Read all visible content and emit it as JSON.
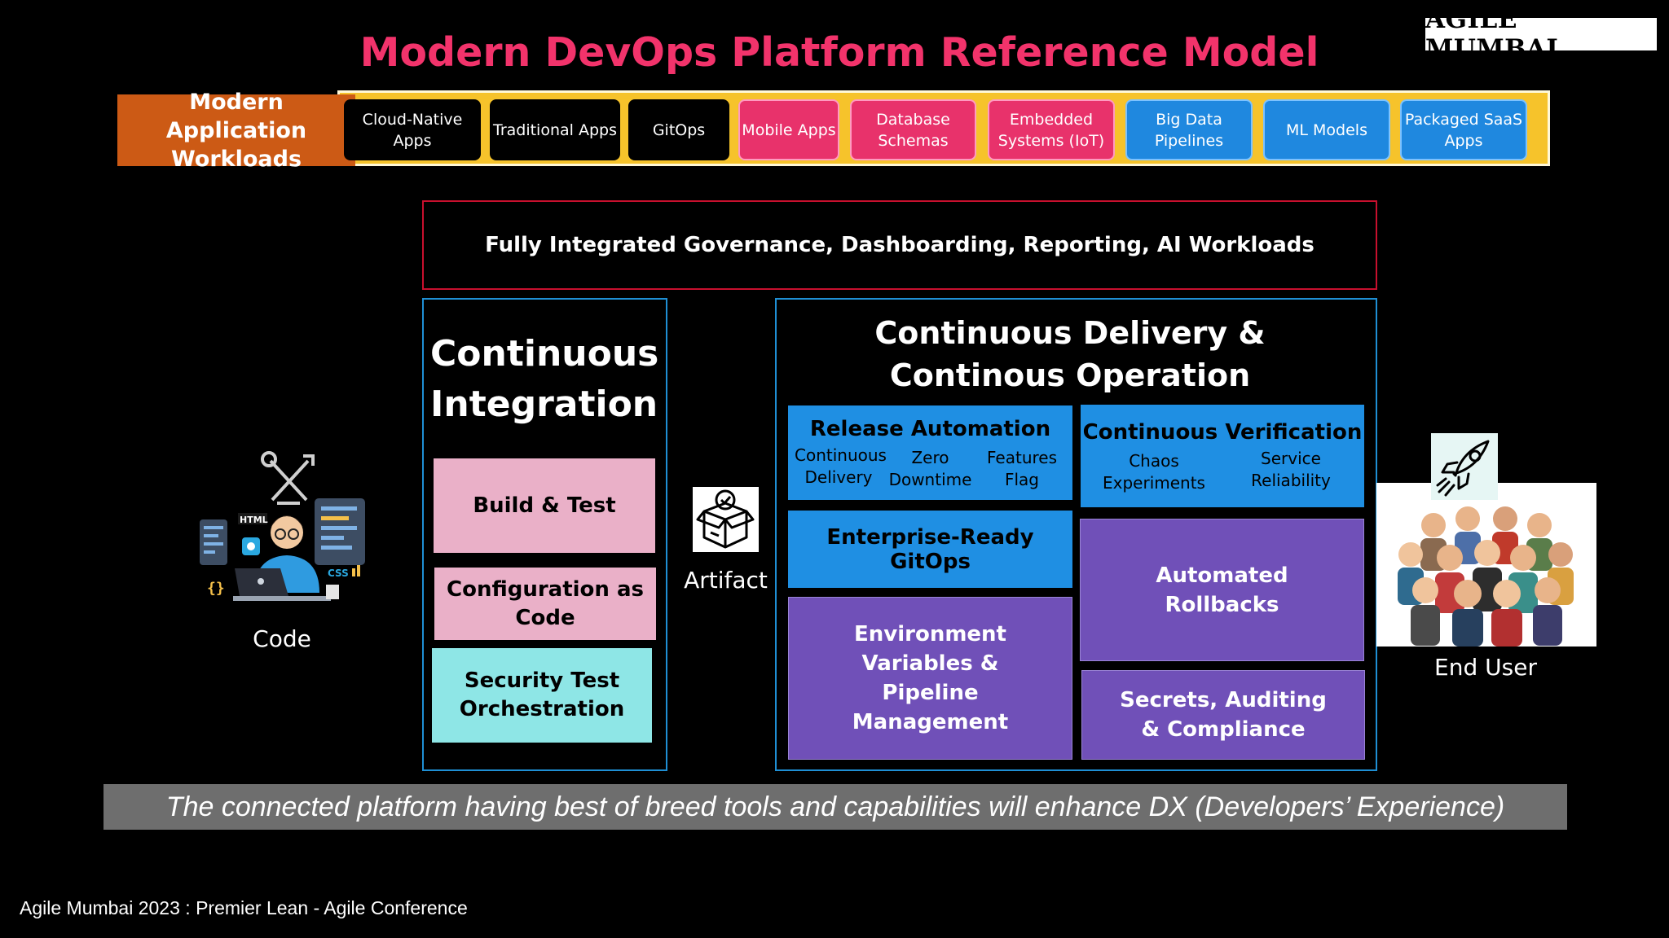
{
  "title": "Modern DevOps Platform Reference Model",
  "brand": "AGILE MUMBAI",
  "workloads": {
    "label": "Modern Application Workloads",
    "items": [
      {
        "label": "Cloud-Native Apps",
        "color": "#000000"
      },
      {
        "label": "Traditional Apps",
        "color": "#000000"
      },
      {
        "label": "GitOps",
        "color": "#000000"
      },
      {
        "label": "Mobile Apps",
        "color": "#e8326b"
      },
      {
        "label": "Database Schemas",
        "color": "#e8326b"
      },
      {
        "label": "Embedded Systems (IoT)",
        "color": "#e8326b"
      },
      {
        "label": "Big Data Pipelines",
        "color": "#1f88df"
      },
      {
        "label": "ML Models",
        "color": "#1f88df"
      },
      {
        "label": "Packaged SaaS Apps",
        "color": "#1f88df"
      }
    ]
  },
  "governance": "Fully Integrated Governance, Dashboarding, Reporting, AI Workloads",
  "ci": {
    "title": "Continuous Integration",
    "blocks": [
      {
        "label": "Build & Test",
        "color": "#eab0c8"
      },
      {
        "label": "Configuration as Code",
        "color": "#eab0c8"
      },
      {
        "label": "Security Test Orchestration",
        "color": "#8ee6e6"
      }
    ]
  },
  "artifact": {
    "label": "Artifact",
    "icon": "box-icon"
  },
  "code": {
    "label": "Code",
    "icon": "developer-icon"
  },
  "cd": {
    "title": "Continuous Delivery & Continous Operation",
    "release": {
      "title": "Release Automation",
      "items": [
        "Continuous Delivery",
        "Zero Downtime",
        "Features Flag"
      ]
    },
    "verification": {
      "title": "Continuous Verification",
      "items": [
        "Chaos Experiments",
        "Service Reliability"
      ]
    },
    "gitops": "Enterprise-Ready GitOps",
    "env": "Environment Variables & Pipeline Management",
    "rollbacks": "Automated Rollbacks",
    "secrets": "Secrets, Auditing & Compliance"
  },
  "end_user": {
    "label": "End User",
    "icon": "rocket-icon"
  },
  "banner": "The connected platform having best of breed tools and capabilities will enhance DX (Developers’ Experience)",
  "footnote": "Agile Mumbai 2023 : Premier Lean - Agile Conference"
}
